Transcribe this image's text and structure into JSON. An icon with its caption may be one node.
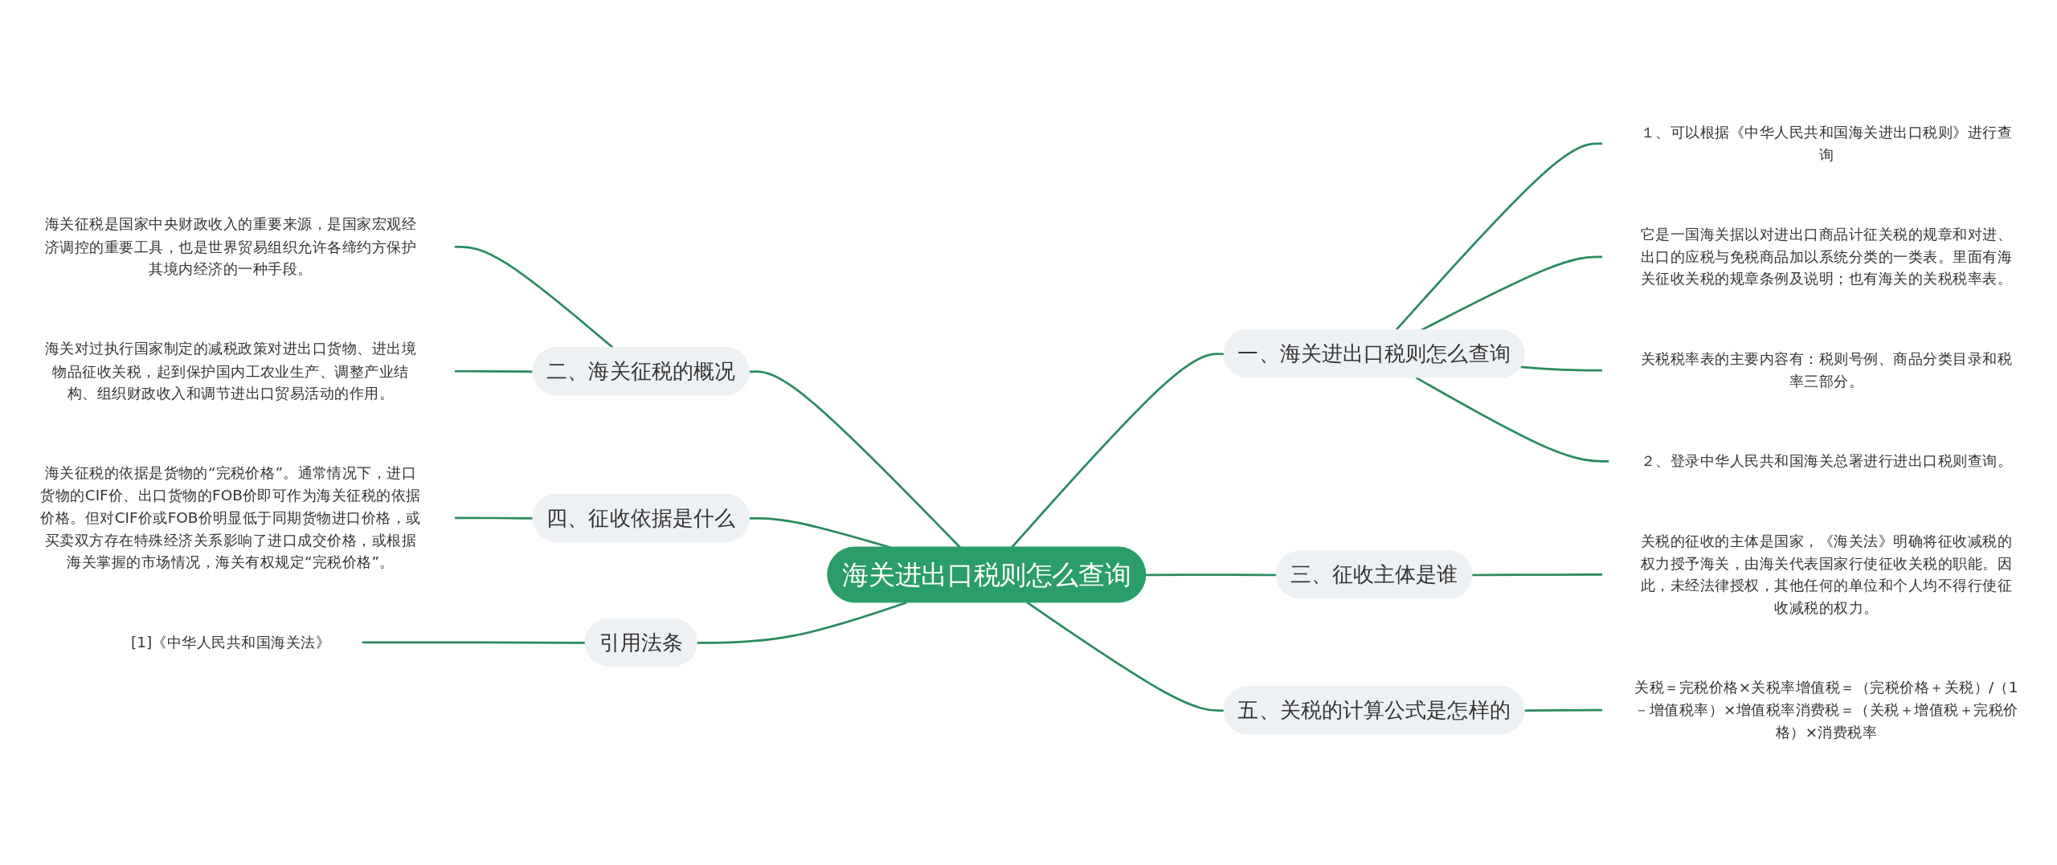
{
  "diagram": {
    "nodes": [
      {
        "text": [
          "海关进出口税则怎么查询"
        ]
      },
      {
        "text": [
          "一、海关进出口税则怎么查询"
        ]
      },
      {
        "text": [
          "１、可以根据《中华人民共和国海关进出口税则》进行查询"
        ]
      },
      {
        "text": [
          "它是一国海关据以对进出口商品计征关税的规章和对进、出口的应税与免税商品加以系统分类的一类表。里面有海关征收关税的规章条例及说明；也有海关的关税税率表。"
        ]
      },
      {
        "text": [
          "关税税率表的主要内容有：税则号例、商品分类目录和税率三部分。"
        ]
      },
      {
        "text": [
          "２、登录中华人民共和国海关总署进行进出口税则查询。"
        ]
      },
      {
        "text": [
          "二、海关征税的概况"
        ]
      },
      {
        "text": [
          "海关征税是国家中央财政收入的重要来源，是国家宏观经济调控的重要工具，也是世界贸易组织允许各缔约方保护其境内经济的一种手段。"
        ]
      },
      {
        "text": [
          "海关对过执行国家制定的减税政策对进出口货物、进出境物品征收关税，起到保护国内工农业生产、调整产业结构、组织财政收入和调节进出口贸易活动的作用。"
        ]
      },
      {
        "text": [
          "三、征收主体是谁"
        ]
      },
      {
        "text": [
          "关税的征收的主体是国家，《海关法》明确将征收减税的权力授予海关，由海关代表国家行使征收关税的职能。因此，未经法律授权，其他任何的单位和个人均不得行使征收减税的权力。"
        ]
      },
      {
        "text": [
          "四、征收依据是什么"
        ]
      },
      {
        "text": [
          "海关征税的依据是货物的“完税价格”。通常情况下，进口货物的CIF价、出口货物的FOB价即可作为海关征税的依据价格。但对CIF价或FOB价明显低于同期货物进口价格，或买卖双方存在特殊经济关系影响了进口成交价格，或根据海关掌握的市场情况，海关有权规定“完税价格”。"
        ]
      },
      {
        "text": [
          "五、关税的计算公式是怎样的"
        ]
      },
      {
        "text": [
          "关税＝完税价格×关税率增值税＝（完税价格＋关税）/（1－增值税率）×增值税率消费税＝（关税＋增值税＋完税价格）×消费税率"
        ]
      },
      {
        "text": [
          "引用法条"
        ]
      },
      {
        "text": [
          "[1]《中华人民共和国海关法》"
        ]
      }
    ],
    "edges": [
      {
        "from": 0,
        "to": 1,
        "arrow": "none"
      },
      {
        "from": 1,
        "to": 2,
        "arrow": "none"
      },
      {
        "from": 1,
        "to": 3,
        "arrow": "none"
      },
      {
        "from": 1,
        "to": 4,
        "arrow": "none"
      },
      {
        "from": 1,
        "to": 5,
        "arrow": "none"
      },
      {
        "from": 0,
        "to": 6,
        "arrow": "none"
      },
      {
        "from": 6,
        "to": 7,
        "arrow": "none"
      },
      {
        "from": 6,
        "to": 8,
        "arrow": "none"
      },
      {
        "from": 0,
        "to": 9,
        "arrow": "none"
      },
      {
        "from": 9,
        "to": 10,
        "arrow": "none"
      },
      {
        "from": 0,
        "to": 11,
        "arrow": "none"
      },
      {
        "from": 11,
        "to": 12,
        "arrow": "none"
      },
      {
        "from": 0,
        "to": 13,
        "arrow": "none"
      },
      {
        "from": 13,
        "to": 14,
        "arrow": "none"
      },
      {
        "from": 0,
        "to": 15,
        "arrow": "none"
      },
      {
        "from": 15,
        "to": 16,
        "arrow": "none"
      }
    ]
  }
}
